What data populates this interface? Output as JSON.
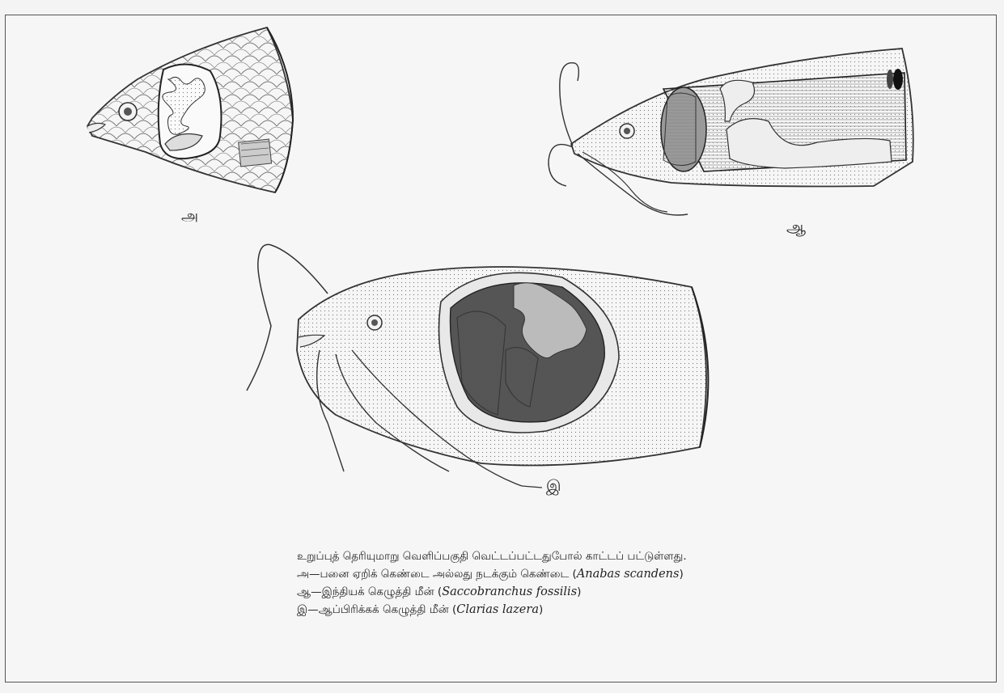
{
  "figure": {
    "label_a": "அ",
    "label_aa": "ஆ",
    "label_i": "இ"
  },
  "caption": {
    "intro": "உறுப்புத் தெரியுமாறு வெளிப்பகுதி வெட்டப்பட்டதுபோல் காட்டப் பட்டுள்ளது.",
    "a_prefix": "அ—பனை ஏறிக் கெண்டை அல்லது நடக்கும் கெண்டை (",
    "a_sci": "Anabas scandens",
    "a_suffix": ")",
    "aa_prefix": "ஆ—இந்தியக் கெழுத்தி மீன் (",
    "aa_sci": "Saccobranchus fossilis",
    "aa_suffix": ")",
    "i_prefix": "இ—ஆப்பிரிக்கக் கெழுத்தி மீன் (",
    "i_sci": "Clarias lazera",
    "i_suffix": ")"
  }
}
